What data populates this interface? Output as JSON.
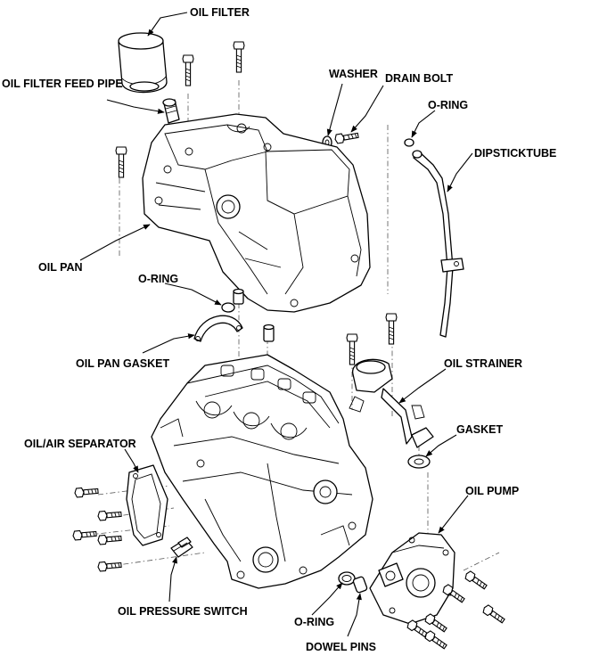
{
  "labels": {
    "oil_filter": "OIL FILTER",
    "oil_filter_feed_pipe": "OIL FILTER FEED PIPE",
    "washer": "WASHER",
    "drain_bolt": "DRAIN BOLT",
    "o_ring_top": "O-RING",
    "dipstick_tube": "DIPSTICKTUBE",
    "oil_pan": "OIL PAN",
    "o_ring_mid": "O-RING",
    "oil_pan_gasket": "OIL PAN GASKET",
    "oil_strainer": "OIL STRAINER",
    "oil_air_separator": "OIL/AIR SEPARATOR",
    "gasket": "GASKET",
    "oil_pump": "OIL PUMP",
    "oil_pressure_switch": "OIL PRESSURE SWITCH",
    "o_ring_bottom": "O-RING",
    "dowel_pins": "DOWEL PINS"
  }
}
